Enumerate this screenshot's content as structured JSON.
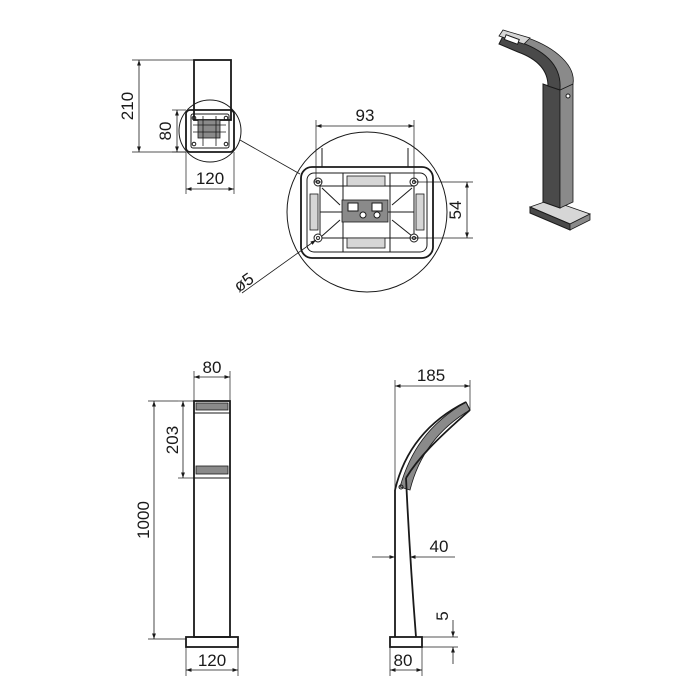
{
  "dimensions": {
    "top_height": "210",
    "top_inner": "80",
    "top_width": "120",
    "detail_width": "93",
    "detail_height": "54",
    "detail_hole": "ø5",
    "front_width": "80",
    "front_head": "203",
    "front_height": "1000",
    "front_base": "120",
    "side_reach": "185",
    "side_pole": "40",
    "side_base_thk": "5",
    "side_base": "80"
  },
  "colors": {
    "line": "#1a1a1a",
    "body_fill": "#4a4a4a",
    "paper": "#ffffff"
  }
}
